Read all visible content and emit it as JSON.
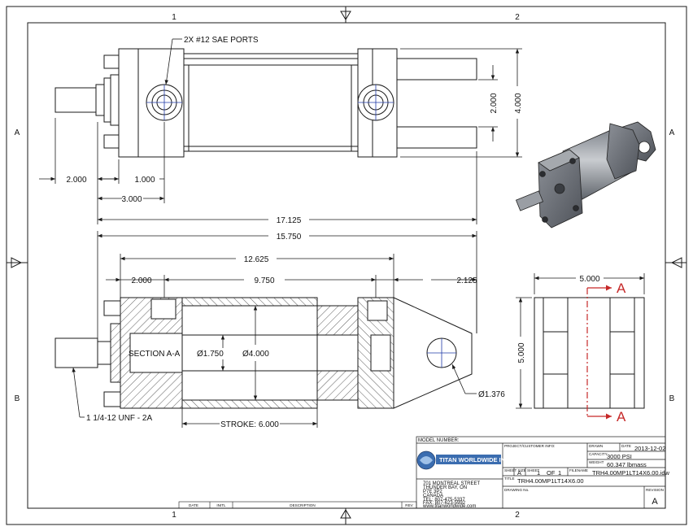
{
  "colors": {
    "line": "#1a1a1a",
    "part_fill": "#eef0f2",
    "shade_fill": "#d6d9dc",
    "section_arrow": "#c62828",
    "centerline": "#1f3aa8",
    "logo_blue": "#3b6db0"
  },
  "zones": {
    "top_1": "1",
    "top_2": "2",
    "bottom_1": "1",
    "bottom_2": "2",
    "left_a": "A",
    "left_b": "B",
    "right_a": "A",
    "right_b": "B"
  },
  "top_view": {
    "port_callout": "2X #12 SAE PORTS",
    "dims": {
      "d_2000": "2.000",
      "d_1000": "1.000",
      "d_3000": "3.000",
      "d_17125": "17.125",
      "d_2000_v": "2.000",
      "d_4000_v": "4.000"
    }
  },
  "section_view": {
    "label": "SECTION A-A",
    "thread_callout": "1 1/4-12 UNF - 2A",
    "stroke": "STROKE: 6.000",
    "dims": {
      "d_15750": "15.750",
      "d_12625": "12.625",
      "d_2000": "2.000",
      "d_9750": "9.750",
      "d_2125": "2.125",
      "dia_rod": "Ø1.750",
      "dia_bore": "Ø4.000",
      "dia_pin": "Ø1.376"
    }
  },
  "end_view": {
    "d_5000_h": "5.000",
    "d_5000_v": "5.000",
    "section_mark": "A"
  },
  "title_block": {
    "model_number_label": "MODEL NUMBER:",
    "project_label": "PROJECT/CUSTOMER INFO:",
    "drawn_label": "DRAWN",
    "date_label": "DATE",
    "date_value": "2013-12-02",
    "capacity_label": "CAPACITY",
    "capacity_value": "3000 PSI",
    "weight_label": "WEIGHT",
    "weight_value": "60.347 lbmass",
    "sheet_size_label": "SHEET SIZE",
    "sheet_size_value": "A",
    "sheet_label": "SHEET",
    "sheet_value": "1",
    "of_label": "OF",
    "of_value": "1",
    "filename_label": "FILENAME",
    "filename_value": "TRH4.00MP1LT14X6.00.idw",
    "title_label": "TITLE",
    "title_value": "TRH4.00MP1LT14X6.00",
    "drawing_no_label": "DRAWING No.",
    "revision_label": "REVISION",
    "revision_value": "A",
    "company_name": "TITAN WORLDWIDE INC.",
    "address": [
      "701 MONTREAL STREET",
      "THUNDER BAY, ON",
      "P7E 3P2",
      "CANADA",
      "TEL: 807-475-5337",
      "FAX: 807-623-5992",
      "www.titanworldwide.com"
    ],
    "rev_table": [
      "DATE",
      "INITL",
      "DESCRIPTION",
      "REV"
    ]
  }
}
